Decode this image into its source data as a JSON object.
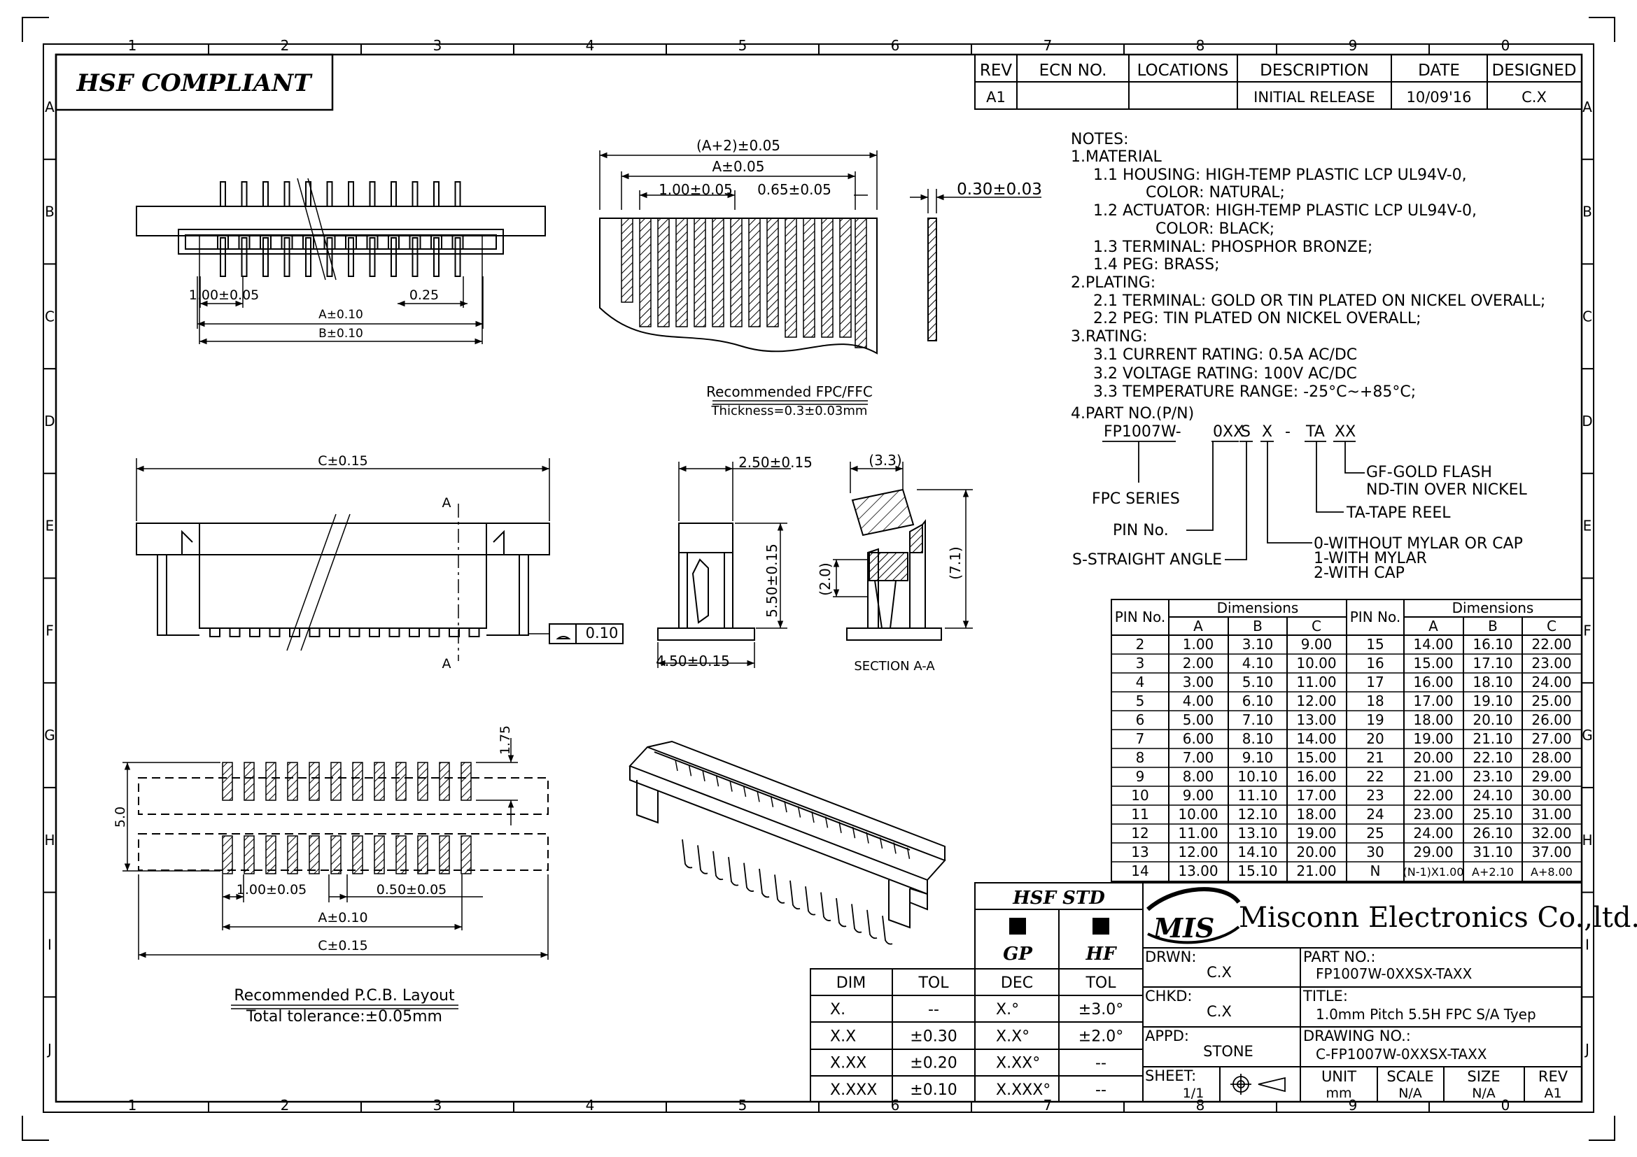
{
  "frame": {
    "col_numbers": [
      "1",
      "2",
      "3",
      "4",
      "5",
      "6",
      "7",
      "8",
      "9",
      "0"
    ],
    "row_letters": [
      "A",
      "B",
      "C",
      "D",
      "E",
      "F",
      "G",
      "H",
      "I",
      "J"
    ]
  },
  "hsf_compliant": "HSF COMPLIANT",
  "revision_table": {
    "headers": [
      "REV",
      "ECN NO.",
      "LOCATIONS",
      "DESCRIPTION",
      "DATE",
      "DESIGNED"
    ],
    "row": [
      "A1",
      "",
      "",
      "INITIAL RELEASE",
      "10/09'16",
      "C.X"
    ]
  },
  "notes": [
    "NOTES:",
    "1.MATERIAL",
    "1.1 HOUSING: HIGH-TEMP PLASTIC LCP UL94V-0,",
    "COLOR: NATURAL;",
    "1.2 ACTUATOR: HIGH-TEMP PLASTIC LCP UL94V-0,",
    "COLOR: BLACK;",
    "1.3 TERMINAL: PHOSPHOR BRONZE;",
    "1.4 PEG: BRASS;",
    "2.PLATING:",
    "2.1 TERMINAL: GOLD OR TIN PLATED ON NICKEL OVERALL;",
    "2.2 PEG: TIN PLATED ON NICKEL OVERALL;",
    "3.RATING:",
    "3.1 CURRENT RATING: 0.5A AC/DC",
    "3.2 VOLTAGE RATING: 100V AC/DC",
    "3.3 TEMPERATURE RANGE: -25°C~+85°C;",
    "4.PART NO.(P/N)"
  ],
  "part_number_breakdown": {
    "prefix": "FP1007W-",
    "seg_pins": "0XX",
    "seg_angle": "S",
    "seg_option": "X",
    "dash": "-",
    "seg_pack": "TA",
    "seg_plating": "XX",
    "fpc_series": "FPC SERIES",
    "pin_no": "PIN No.",
    "straight_angle": "S-STRAIGHT ANGLE",
    "option_0": "0-WITHOUT MYLAR OR CAP",
    "option_1": "1-WITH MYLAR",
    "option_2": "2-WITH CAP",
    "tape_reel": "TA-TAPE REEL",
    "gold_flash": "GF-GOLD FLASH",
    "tin_nickel": "ND-TIN OVER NICKEL"
  },
  "dim_table": {
    "pin_header": "PIN No.",
    "dim_header": "Dimensions",
    "sub_headers": [
      "A",
      "B",
      "C"
    ],
    "left_rows": [
      [
        "2",
        "1.00",
        "3.10",
        "9.00"
      ],
      [
        "3",
        "2.00",
        "4.10",
        "10.00"
      ],
      [
        "4",
        "3.00",
        "5.10",
        "11.00"
      ],
      [
        "5",
        "4.00",
        "6.10",
        "12.00"
      ],
      [
        "6",
        "5.00",
        "7.10",
        "13.00"
      ],
      [
        "7",
        "6.00",
        "8.10",
        "14.00"
      ],
      [
        "8",
        "7.00",
        "9.10",
        "15.00"
      ],
      [
        "9",
        "8.00",
        "10.10",
        "16.00"
      ],
      [
        "10",
        "9.00",
        "11.10",
        "17.00"
      ],
      [
        "11",
        "10.00",
        "12.10",
        "18.00"
      ],
      [
        "12",
        "11.00",
        "13.10",
        "19.00"
      ],
      [
        "13",
        "12.00",
        "14.10",
        "20.00"
      ],
      [
        "14",
        "13.00",
        "15.10",
        "21.00"
      ]
    ],
    "right_rows": [
      [
        "15",
        "14.00",
        "16.10",
        "22.00"
      ],
      [
        "16",
        "15.00",
        "17.10",
        "23.00"
      ],
      [
        "17",
        "16.00",
        "18.10",
        "24.00"
      ],
      [
        "18",
        "17.00",
        "19.10",
        "25.00"
      ],
      [
        "19",
        "18.00",
        "20.10",
        "26.00"
      ],
      [
        "20",
        "19.00",
        "21.10",
        "27.00"
      ],
      [
        "21",
        "20.00",
        "22.10",
        "28.00"
      ],
      [
        "22",
        "21.00",
        "23.10",
        "29.00"
      ],
      [
        "23",
        "22.00",
        "24.10",
        "30.00"
      ],
      [
        "24",
        "23.00",
        "25.10",
        "31.00"
      ],
      [
        "25",
        "24.00",
        "26.10",
        "32.00"
      ],
      [
        "30",
        "29.00",
        "31.10",
        "37.00"
      ],
      [
        "N",
        "(N-1)X1.00",
        "A+2.10",
        "A+8.00"
      ]
    ]
  },
  "drawing_labels": {
    "top_view_pitch": "1.00±0.05",
    "top_view_pin_width": "0.25",
    "top_view_a": "A±0.10",
    "top_view_b": "B±0.10",
    "fpc_a2": "(A+2)±0.05",
    "fpc_a": "A±0.05",
    "fpc_pitch": "1.00±0.05",
    "fpc_width": "0.65±0.05",
    "fpc_thickness": "0.30±0.03",
    "fpc_title": "Recommended FPC/FFC",
    "fpc_subtitle": "Thickness=0.3±0.03mm",
    "front_c": "C±0.15",
    "section_marker": "A",
    "flatness_value": "0.10",
    "side_width": "2.50±0.15",
    "side_height": "5.50±0.15",
    "side_base": "4.50±0.15",
    "sec_top": "(3.3)",
    "sec_height": "(7.1)",
    "sec_left": "(2.0)",
    "section_title": "SECTION A-A",
    "pcb_pad_height": "1.75",
    "pcb_row_gap": "5.0",
    "pcb_pitch": "1.00±0.05",
    "pcb_pad_width": "0.50±0.05",
    "pcb_a": "A±0.10",
    "pcb_c": "C±0.15",
    "pcb_title": "Recommended P.C.B. Layout",
    "pcb_subtitle": "Total tolerance:±0.05mm"
  },
  "hsf_std": {
    "title": "HSF STD",
    "gp": "GP",
    "hf": "HF",
    "headers": [
      "DIM",
      "TOL",
      "DEC",
      "TOL"
    ],
    "rows": [
      [
        "X.",
        "--",
        "X.°",
        "±3.0°"
      ],
      [
        "X.X",
        "±0.30",
        "X.X°",
        "±2.0°"
      ],
      [
        "X.XX",
        "±0.20",
        "X.XX°",
        "--"
      ],
      [
        "X.XXX",
        "±0.10",
        "X.XXX°",
        "--"
      ]
    ]
  },
  "title_block": {
    "logo": "MIS",
    "company": "Misconn Electronics Co.,ltd.",
    "drwn_label": "DRWN:",
    "drwn": "C.X",
    "part_no_label": "PART NO.:",
    "part_no": "FP1007W-0XXSX-TAXX",
    "chkd_label": "CHKD:",
    "chkd": "C.X",
    "title_label": "TITLE:",
    "title": "1.0mm Pitch 5.5H FPC S/A Tyep",
    "appd_label": "APPD:",
    "appd": "STONE",
    "drawing_no_label": "DRAWING NO.:",
    "drawing_no": "C-FP1007W-0XXSX-TAXX",
    "sheet_label": "SHEET:",
    "sheet": "1/1",
    "unit_label": "UNIT",
    "unit": "mm",
    "scale_label": "SCALE",
    "scale": "N/A",
    "size_label": "SIZE",
    "size": "N/A",
    "rev_label": "REV",
    "rev": "A1"
  }
}
